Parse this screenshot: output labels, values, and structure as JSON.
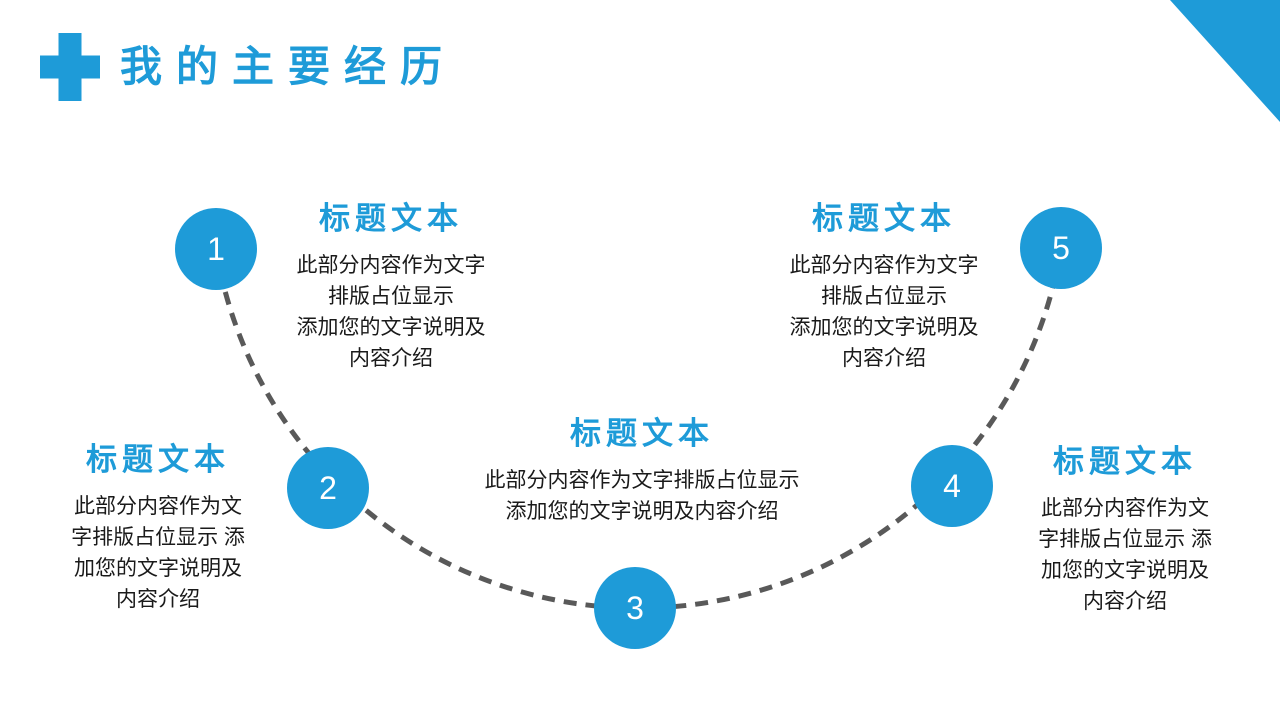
{
  "theme": {
    "accent": "#1E9BD8",
    "dash_gray": "#595959",
    "text_black": "#1A1A1A",
    "background": "#FFFFFF"
  },
  "header": {
    "title": "我的主要经历"
  },
  "steps": [
    {
      "number": "1",
      "title": "标题文本",
      "body": "此部分内容作为文字\n排版占位显示\n添加您的文字说明及\n内容介绍"
    },
    {
      "number": "2",
      "title": "标题文本",
      "body": "此部分内容作为文\n字排版占位显示 添\n加您的文字说明及\n内容介绍"
    },
    {
      "number": "3",
      "title": "标题文本",
      "body": "此部分内容作为文字排版占位显示\n添加您的文字说明及内容介绍"
    },
    {
      "number": "4",
      "title": "标题文本",
      "body": "此部分内容作为文\n字排版占位显示 添\n加您的文字说明及\n内容介绍"
    },
    {
      "number": "5",
      "title": "标题文本",
      "body": "此部分内容作为文字\n排版占位显示\n添加您的文字说明及\n内容介绍"
    }
  ]
}
